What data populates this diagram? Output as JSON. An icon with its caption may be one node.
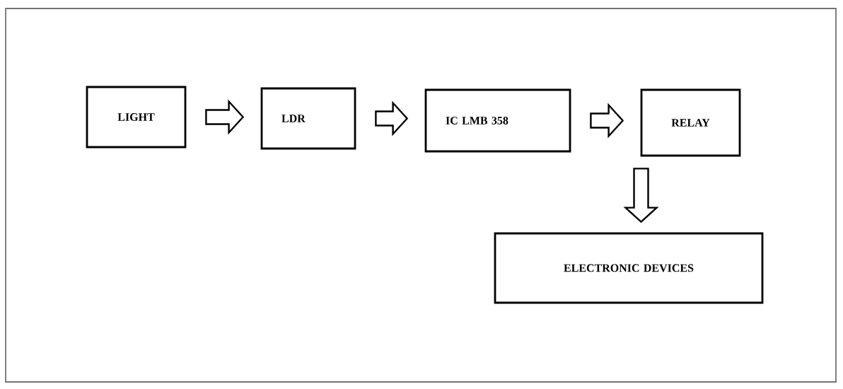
{
  "diagram": {
    "nodes": [
      {
        "text": [
          "LIGHT"
        ]
      },
      {
        "text": [
          "LDR"
        ]
      },
      {
        "text": [
          "IC LMB 358"
        ]
      },
      {
        "text": [
          "RELAY"
        ]
      },
      {
        "text": [
          "ELECTRONIC DEVICES"
        ]
      }
    ],
    "edges": [
      {
        "from": 0,
        "to": 1,
        "arrow": "to"
      },
      {
        "from": 1,
        "to": 2,
        "arrow": "to"
      },
      {
        "from": 2,
        "to": 3,
        "arrow": "to"
      },
      {
        "from": 3,
        "to": 4,
        "arrow": "to"
      }
    ]
  }
}
